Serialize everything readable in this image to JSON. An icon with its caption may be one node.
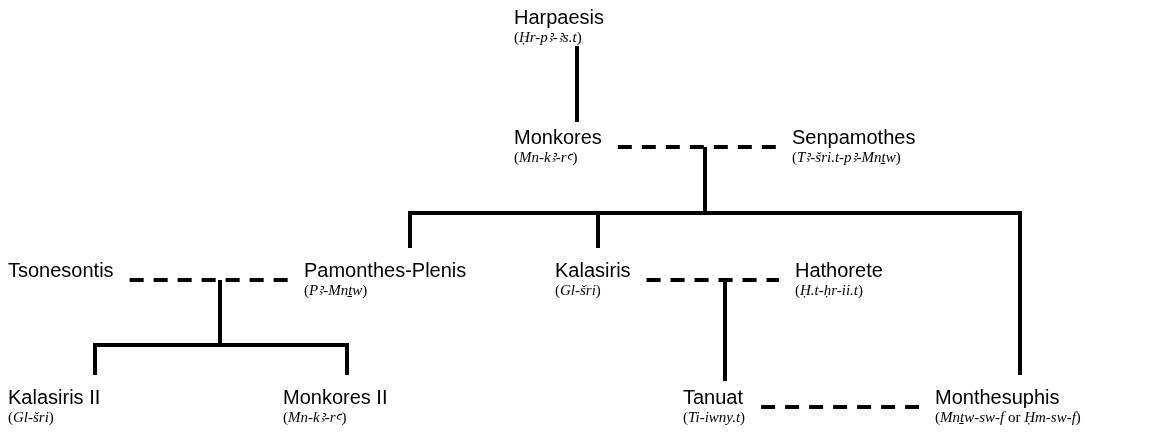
{
  "diagram": {
    "nodes": [
      {
        "text": [
          "Harpaesis",
          "(*Ḥr-pꜣ-ꜣs.t*)"
        ]
      },
      {
        "text": [
          "Monkores",
          "(*Mn-kꜣ-rꜥ*)"
        ]
      },
      {
        "text": [
          "Senpamothes",
          "(*Tꜣ-šri.t-pꜣ-Mnṯw*)"
        ]
      },
      {
        "text": [
          "Tsonesontis"
        ]
      },
      {
        "text": [
          "Pamonthes-Plenis",
          "(*Pꜣ-Mnṯw*)"
        ]
      },
      {
        "text": [
          "Kalasiris",
          "(*Gl-šri*)"
        ]
      },
      {
        "text": [
          "Hathorete",
          "(*Ḥ.t-ḥr-ii.t*)"
        ]
      },
      {
        "text": [
          "Kalasiris II",
          "(*Gl-šri*)"
        ]
      },
      {
        "text": [
          "Monkores II",
          "(*Mn-kꜣ-rꜥ*)"
        ]
      },
      {
        "text": [
          "Tanuat",
          "(*Ti-iwny.t*)"
        ]
      },
      {
        "text": [
          "Monthesuphis",
          "(*Mnṯw-sw-f* or *Ḥm-sw-f*)"
        ]
      }
    ],
    "edges": [
      {
        "from": 0,
        "to": 1,
        "arrow": "none"
      },
      {
        "from": 1,
        "to": 2,
        "arrow": "none",
        "style": "dashed"
      },
      {
        "from": null,
        "to": 4,
        "arrow": "none"
      },
      {
        "from": null,
        "to": 5,
        "arrow": "none"
      },
      {
        "from": null,
        "to": 10,
        "arrow": "none"
      },
      {
        "from": 3,
        "to": 4,
        "arrow": "none",
        "style": "dashed"
      },
      {
        "from": null,
        "to": 7,
        "arrow": "none"
      },
      {
        "from": null,
        "to": 8,
        "arrow": "none"
      },
      {
        "from": 5,
        "to": 6,
        "arrow": "none",
        "style": "dashed"
      },
      {
        "from": null,
        "to": 9,
        "arrow": "none"
      },
      {
        "from": 9,
        "to": 10,
        "arrow": "none",
        "style": "dashed"
      }
    ]
  }
}
